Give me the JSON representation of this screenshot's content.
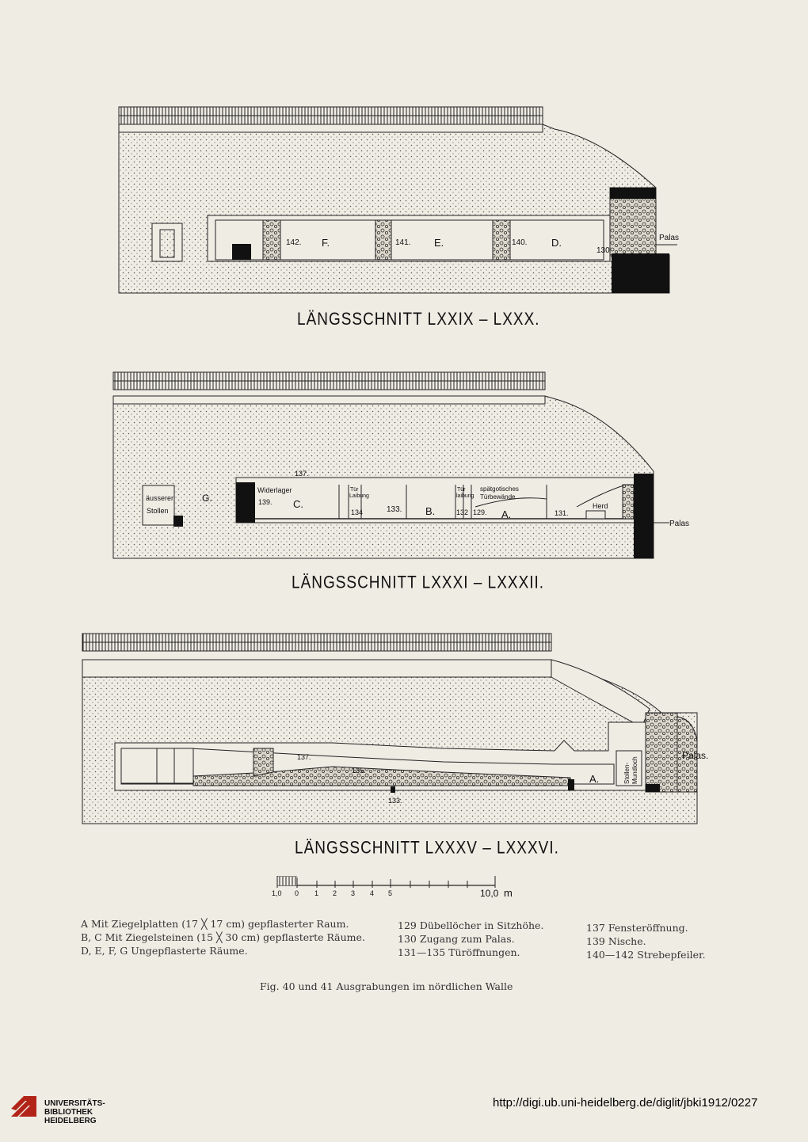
{
  "sections": [
    {
      "title": "LÄNGSSCHNITT  LXXIX – LXXX.",
      "labels": {
        "n142": "142.",
        "F": "F.",
        "n141": "141.",
        "E": "E.",
        "n140": "140.",
        "D": "D.",
        "n130": "130",
        "palas": "Palas"
      }
    },
    {
      "title": "LÄNGSSCHNITT  LXXXI – LXXXII.",
      "labels": {
        "G": "G.",
        "ausserer": "äusserer",
        "stollen": "Stollen",
        "n137": "137.",
        "widerlager": "Widerlager",
        "n139": "139.",
        "C": "C.",
        "tur1": "Tür",
        "laibung": "Laibung",
        "n134": "134",
        "n133": "133.",
        "B": "B.",
        "tur2": "Tür",
        "laibung2": "laibung",
        "n132": "132",
        "n129": "129.",
        "A": "A.",
        "spatgot": "spätgotisches",
        "turbe": "Türbewände",
        "n131": "131.",
        "herd": "Herd",
        "palas": "Palas"
      }
    },
    {
      "title": "LÄNGSSCHNITT  LXXXV – LXXXVI.",
      "labels": {
        "n137": "137.",
        "n135": "135.",
        "n133": "133.",
        "A": "A.",
        "stollen": "Stollen-",
        "mundloch": "Mundloch",
        "palas": "Palas."
      }
    }
  ],
  "scale": {
    "ticks": [
      "1,0",
      "0",
      "1",
      "2",
      "3",
      "4",
      "5",
      "10,0"
    ],
    "unit": "m"
  },
  "legend": {
    "col1": [
      "A Mit Ziegelplatten (17 ╳ 17 cm) gepflasterter Raum.",
      "B, C Mit Ziegelsteinen (15 ╳ 30 cm) gepflasterte Räume.",
      "D, E, F, G Ungepflasterte Räume."
    ],
    "col2": [
      "129 Dübellöcher in Sitzhöhe.",
      "130 Zugang zum Palas.",
      "131—135 Türöffnungen."
    ],
    "col3": [
      "137 Fensteröffnung.",
      "139 Nische.",
      "140—142 Strebepfeiler."
    ]
  },
  "caption": "Fig. 40 und 41  Ausgrabungen im nördlichen Walle",
  "footer": {
    "logo_lines": [
      "UNIVERSITÄTS-",
      "BIBLIOTHEK",
      "HEIDELBERG"
    ],
    "url": "http://digi.ub.uni-heidelberg.de/diglit/jbki1912/0227"
  }
}
